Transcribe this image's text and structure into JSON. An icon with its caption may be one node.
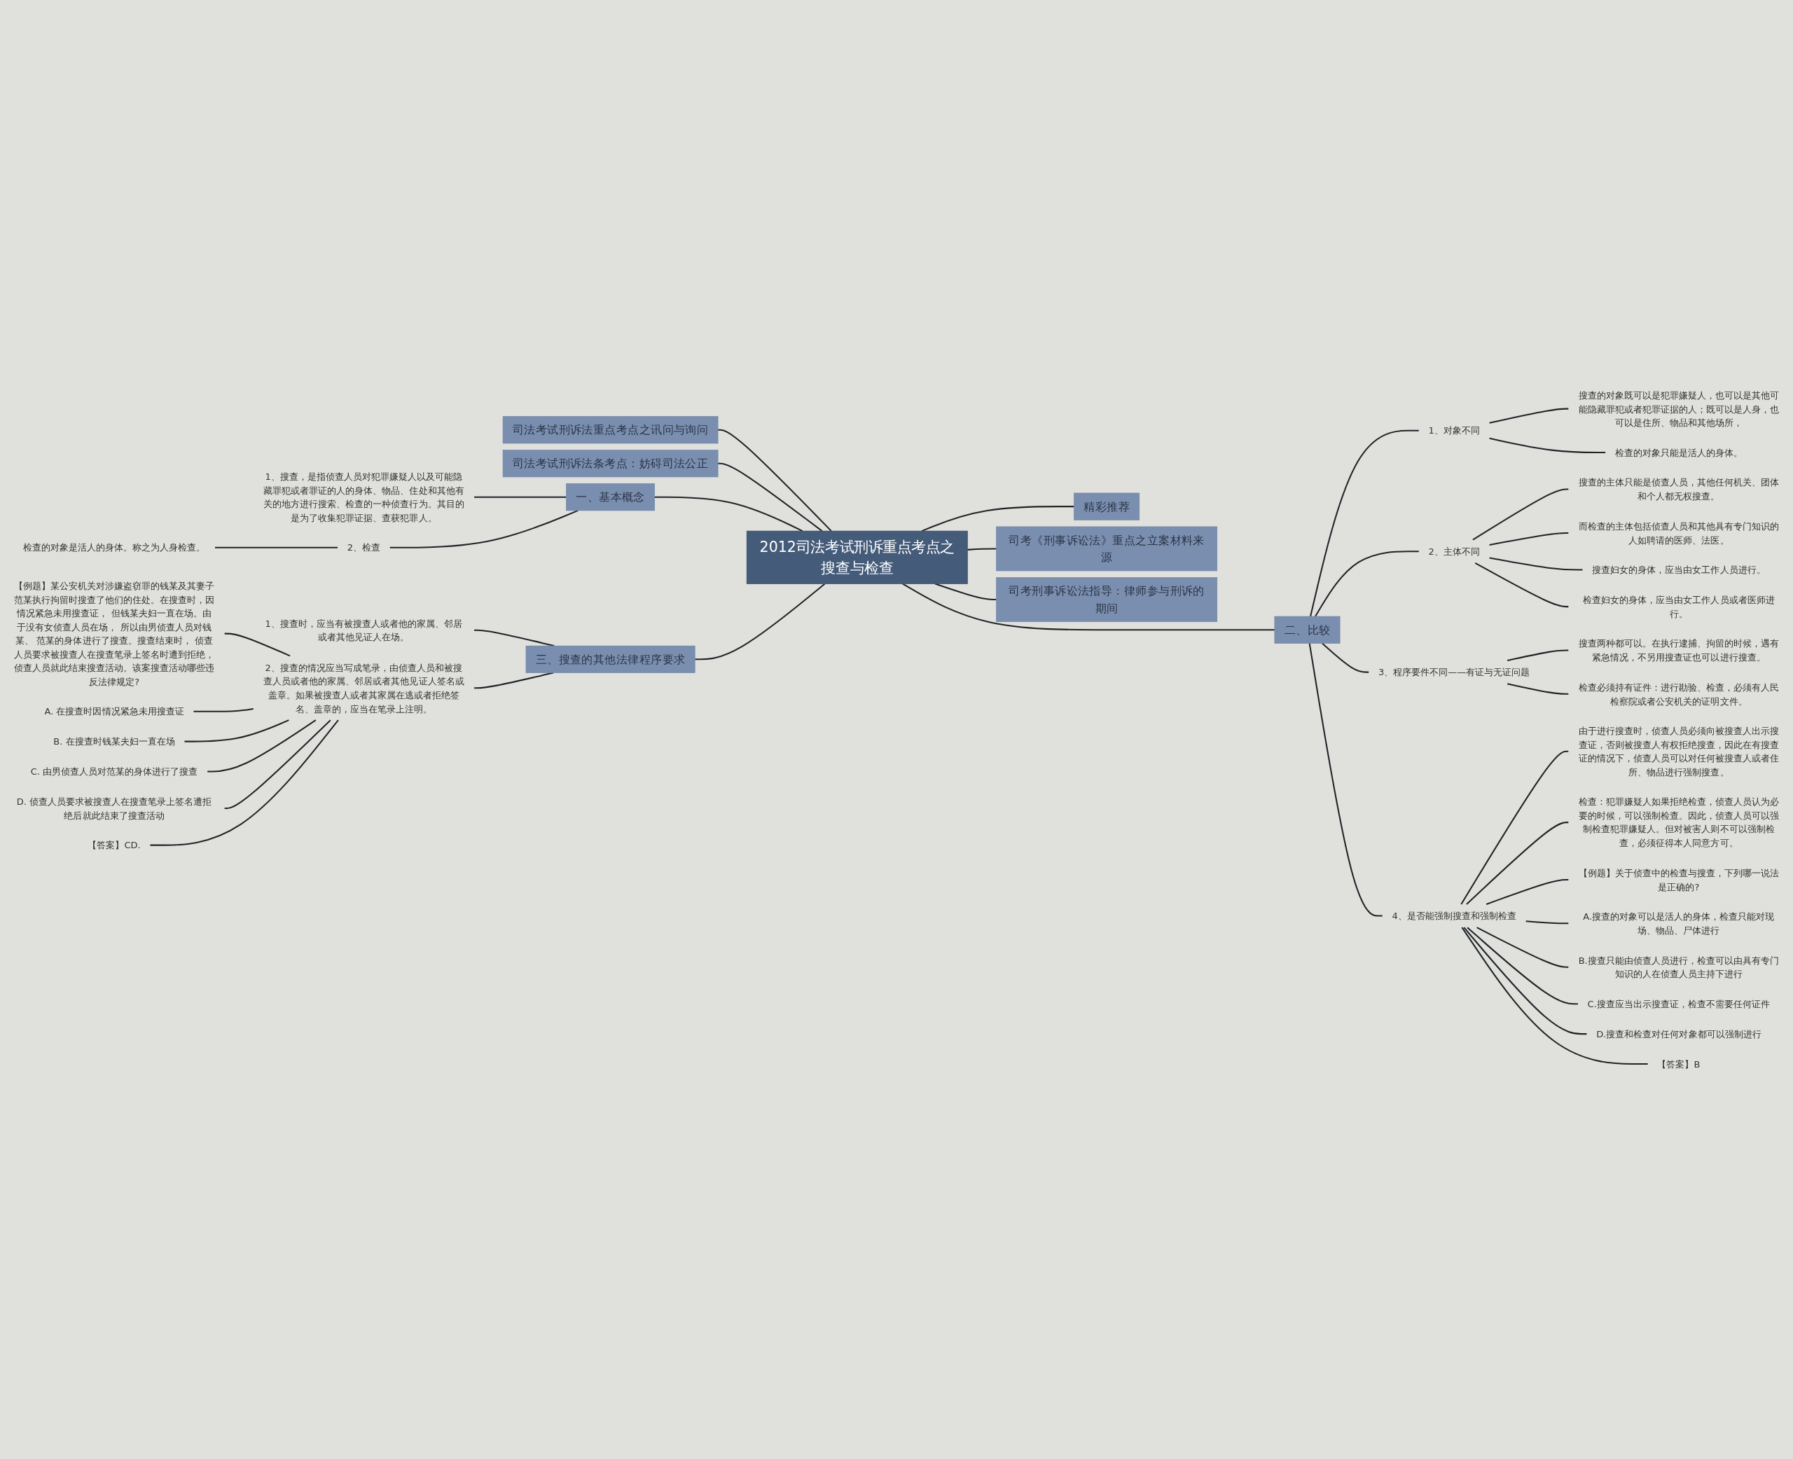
{
  "diagram": {
    "nodes": [
      {
        "text": [
          "2012司法考试刑诉重点考点之搜查与检查"
        ]
      },
      {
        "text": [
          "司法考试刑诉法重点考点之讯问与询问"
        ]
      },
      {
        "text": [
          "司法考试刑诉法条考点：妨碍司法公正"
        ]
      },
      {
        "text": [
          "一、基本概念"
        ]
      },
      {
        "text": [
          "1、搜查，是指侦查人员对犯罪嫌疑人以及可能隐藏罪犯或者罪证的人的身体、物品、住处和其他有关的地方进行搜索、检查的一种侦查行为。其目的是为了收集犯罪证据、查获犯罪人。"
        ]
      },
      {
        "text": [
          "检查的对象是活人的身体。称之为人身检查。"
        ]
      },
      {
        "text": [
          "2、检查"
        ]
      },
      {
        "text": [
          "三、搜查的其他法律程序要求"
        ]
      },
      {
        "text": [
          "1、搜查时，应当有被搜查人或者他的家属、邻居或者其他见证人在场。"
        ]
      },
      {
        "text": [
          "2、搜查的情况应当写成笔录，由侦查人员和被搜查人员或者他的家属、邻居或者其他见证人签名或盖章。如果被搜查人或者其家属在逃或者拒绝签名、盖章的，应当在笔录上注明。"
        ]
      },
      {
        "text": [
          "【例题】某公安机关对涉嫌盗窃罪的钱某及其妻子范某执行拘留时搜查了他们的住处。在搜查时，因情况紧急未用搜查证， 但钱某夫妇一直在场。由于没有女侦查人员在场， 所以由男侦查人员对钱某、 范某的身体进行了搜查。搜查结束时， 侦查人员要求被搜查人在搜查笔录上签名时遭到拒绝，侦查人员就此结束搜查活动。该案搜查活动哪些违反法律规定?"
        ]
      },
      {
        "text": [
          "A. 在搜查时因情况紧急未用搜查证"
        ]
      },
      {
        "text": [
          "B. 在搜查时钱某夫妇一直在场"
        ]
      },
      {
        "text": [
          "C. 由男侦查人员对范某的身体进行了搜查"
        ]
      },
      {
        "text": [
          "D. 侦查人员要求被搜查人在搜查笔录上签名遭拒绝后就此结束了搜查活动"
        ]
      },
      {
        "text": [
          "【答案】CD."
        ]
      },
      {
        "text": [
          "精彩推荐"
        ]
      },
      {
        "text": [
          "司考《刑事诉讼法》重点之立案材料来源"
        ]
      },
      {
        "text": [
          "司考刑事诉讼法指导：律师参与刑诉的期间"
        ]
      },
      {
        "text": [
          "二、比较"
        ]
      },
      {
        "text": [
          "1、对象不同"
        ]
      },
      {
        "text": [
          "搜查的对象既可以是犯罪嫌疑人，也可以是其他可能隐藏罪犯或者犯罪证据的人；既可以是人身，也可以是住所、物品和其他场所，"
        ]
      },
      {
        "text": [
          "检查的对象只能是活人的身体。"
        ]
      },
      {
        "text": [
          "2、主体不同"
        ]
      },
      {
        "text": [
          "搜查的主体只能是侦查人员，其他任何机关、团体和个人都无权搜查。"
        ]
      },
      {
        "text": [
          "而检查的主体包括侦查人员和其他具有专门知识的人如聘请的医师、法医。"
        ]
      },
      {
        "text": [
          "搜查妇女的身体，应当由女工作人员进行。"
        ]
      },
      {
        "text": [
          "检查妇女的身体，应当由女工作人员或者医师进行。"
        ]
      },
      {
        "text": [
          "3、程序要件不同——有证与无证问题"
        ]
      },
      {
        "text": [
          "搜查两种都可以。在执行逮捕、拘留的时候，遇有紧急情况，不另用搜查证也可以进行搜查。"
        ]
      },
      {
        "text": [
          "检查必须持有证件：进行勘验、检查，必须有人民检察院或者公安机关的证明文件。"
        ]
      },
      {
        "text": [
          "4、是否能强制搜查和强制检查"
        ]
      },
      {
        "text": [
          "由于进行搜查时，侦查人员必须向被搜查人出示搜查证，否则被搜查人有权拒绝搜查，因此在有搜查证的情况下，侦查人员可以对任何被搜查人或者住所、物品进行强制搜查。"
        ]
      },
      {
        "text": [
          "检查：犯罪嫌疑人如果拒绝检查，侦查人员认为必要的时候，可以强制检查。因此，侦查人员可以强制检查犯罪嫌疑人。但对被害人则不可以强制检查，必须征得本人同意方可。"
        ]
      },
      {
        "text": [
          "【例题】关于侦查中的检查与搜查，下列哪一说法是正确的?"
        ]
      },
      {
        "text": [
          "A.搜查的对象可以是活人的身体，检查只能对现场、物品、尸体进行"
        ]
      },
      {
        "text": [
          "B.搜查只能由侦查人员进行，检查可以由具有专门知识的人在侦查人员主持下进行"
        ]
      },
      {
        "text": [
          "C.搜查应当出示搜查证，检查不需要任何证件"
        ]
      },
      {
        "text": [
          "D.搜查和检查对任何对象都可以强制进行"
        ]
      },
      {
        "text": [
          "【答案】B"
        ]
      }
    ],
    "edges": [
      {
        "from": 1,
        "to": 0,
        "arrow": "none"
      },
      {
        "from": 2,
        "to": 0,
        "arrow": "none"
      },
      {
        "from": 3,
        "to": 0,
        "arrow": "none"
      },
      {
        "from": 4,
        "to": 3,
        "arrow": "none"
      },
      {
        "from": 6,
        "to": 3,
        "arrow": "none"
      },
      {
        "from": 5,
        "to": 6,
        "arrow": "none"
      },
      {
        "from": 7,
        "to": 0,
        "arrow": "none"
      },
      {
        "from": 8,
        "to": 7,
        "arrow": "none"
      },
      {
        "from": 9,
        "to": 7,
        "arrow": "none"
      },
      {
        "from": 10,
        "to": 9,
        "arrow": "none"
      },
      {
        "from": 11,
        "to": 9,
        "arrow": "none"
      },
      {
        "from": 12,
        "to": 9,
        "arrow": "none"
      },
      {
        "from": 13,
        "to": 9,
        "arrow": "none"
      },
      {
        "from": 14,
        "to": 9,
        "arrow": "none"
      },
      {
        "from": 15,
        "to": 9,
        "arrow": "none"
      },
      {
        "from": 0,
        "to": 16,
        "arrow": "none"
      },
      {
        "from": 0,
        "to": 17,
        "arrow": "none"
      },
      {
        "from": 0,
        "to": 18,
        "arrow": "none"
      },
      {
        "from": 0,
        "to": 19,
        "arrow": "none"
      },
      {
        "from": 19,
        "to": 20,
        "arrow": "none"
      },
      {
        "from": 20,
        "to": 21,
        "arrow": "none"
      },
      {
        "from": 20,
        "to": 22,
        "arrow": "none"
      },
      {
        "from": 19,
        "to": 23,
        "arrow": "none"
      },
      {
        "from": 23,
        "to": 24,
        "arrow": "none"
      },
      {
        "from": 23,
        "to": 25,
        "arrow": "none"
      },
      {
        "from": 23,
        "to": 26,
        "arrow": "none"
      },
      {
        "from": 23,
        "to": 27,
        "arrow": "none"
      },
      {
        "from": 19,
        "to": 28,
        "arrow": "none"
      },
      {
        "from": 28,
        "to": 29,
        "arrow": "none"
      },
      {
        "from": 28,
        "to": 30,
        "arrow": "none"
      },
      {
        "from": 19,
        "to": 31,
        "arrow": "none"
      },
      {
        "from": 31,
        "to": 32,
        "arrow": "none"
      },
      {
        "from": 31,
        "to": 33,
        "arrow": "none"
      },
      {
        "from": 31,
        "to": 34,
        "arrow": "none"
      },
      {
        "from": 31,
        "to": 35,
        "arrow": "none"
      },
      {
        "from": 31,
        "to": 36,
        "arrow": "none"
      },
      {
        "from": 31,
        "to": 37,
        "arrow": "none"
      },
      {
        "from": 31,
        "to": 38,
        "arrow": "none"
      },
      {
        "from": 31,
        "to": 39,
        "arrow": "none"
      }
    ]
  }
}
